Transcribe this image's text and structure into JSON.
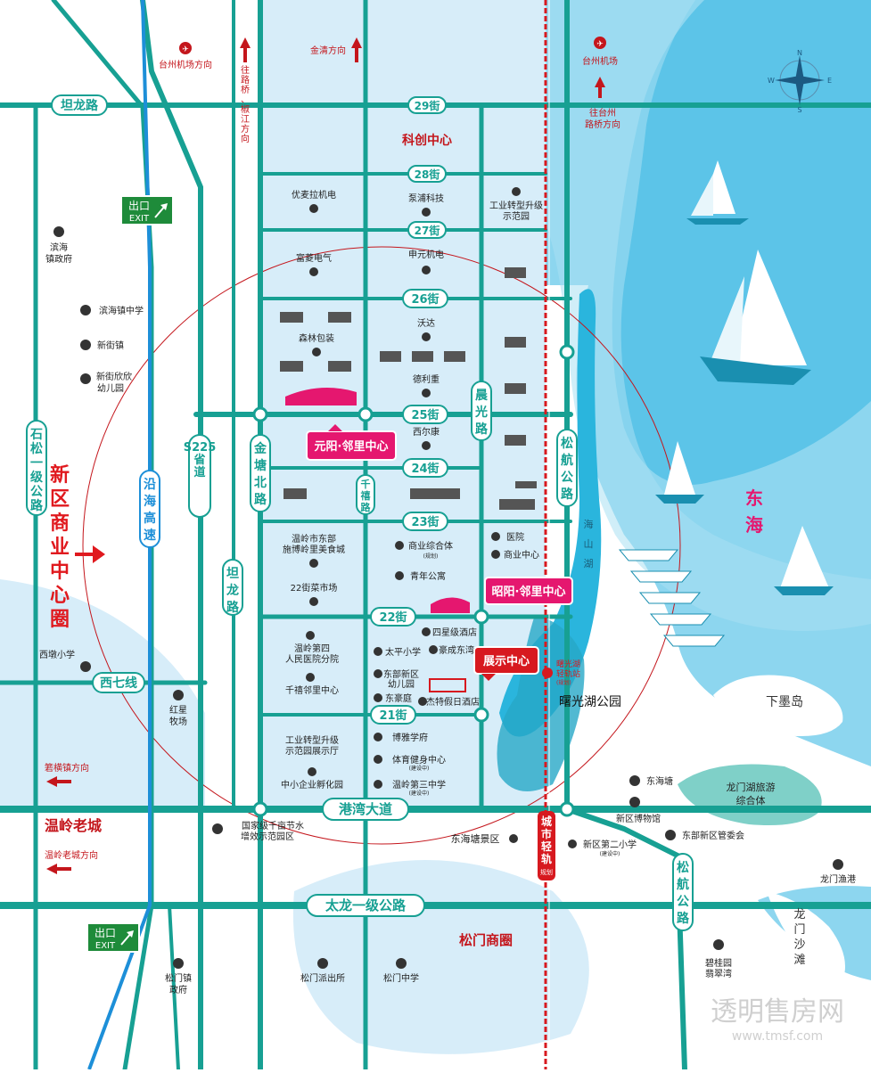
{
  "roads": {
    "tanlong_road_top": "坦龙路",
    "jie29": "29街",
    "jie28": "28街",
    "jie27": "27街",
    "jie26": "26街",
    "jie25": "25街",
    "jie24": "24街",
    "jie23": "23街",
    "jie22": "22街",
    "jie21": "21街",
    "jintang_north": "金塘北路",
    "qianxi": "千禧路",
    "chenguang": "晨光路",
    "songhang_1": "松航公路",
    "songhang_2": "松航公路",
    "yanhai_expressway": "沿海高速",
    "s225": "S225省道",
    "shisong": "石松一级公路",
    "tanlong_vertical": "坦龙路",
    "xiqi": "西七线",
    "gangwan": "港湾大道",
    "tailong": "太龙一级公路",
    "metro": "城市轻轨",
    "metro_note": "规划"
  },
  "directions": {
    "taizhou_airport_dir": "台州机场方向",
    "wanglu_bridge": "往路桥、椒江方向",
    "jinqing": "金清方向",
    "taizhou_airport": "台州机场",
    "wang_taizhou": "往台州",
    "luqiao_dir": "路桥方向",
    "xiaoheng": "箬横镇方向",
    "wenling_old_dir": "温岭老城方向"
  },
  "exits": {
    "label_cn": "出口",
    "label_en": "EXIT"
  },
  "districts": {
    "tech_center": "科创中心",
    "new_district": "新区商业中心圈",
    "wenling_old": "温岭老城",
    "songmen_business": "松门商圈"
  },
  "water": {
    "east_sea": "东海",
    "haishan_lake": "海山湖",
    "xiamo_island": "下墨岛",
    "longmen_sand": "龙门沙滩"
  },
  "neighborhood_centers": {
    "yuanyang": "元阳·邻里中心",
    "zhaoyang": "昭阳·邻里中心",
    "showroom": "展示中心"
  },
  "park": "曙光湖公园",
  "pois": {
    "youmaila": "优麦拉机电",
    "taipu": "泵浦科技",
    "gongye_top_1": "工业转型升级",
    "gongye_top_2": "示范园",
    "fuling": "富菱电气",
    "shenyuan": "申元机电",
    "senlin": "森林包装",
    "woda": "沃达",
    "delizhong": "德利重",
    "xierkang": "西尔康",
    "wenling_food_1": "温岭市东部",
    "wenling_food_2": "施博岭里美食城",
    "market_22": "22街菜市场",
    "commercial_1": "商业综合体",
    "planned": "(规划)",
    "youth_apt": "青年公寓",
    "hospital": "医院",
    "commercial_center": "商业中心",
    "hospital_4_1": "温岭第四",
    "hospital_4_2": "人民医院分院",
    "qianxi_center": "千禧邻里中心",
    "star_hotel": "四星级酒店",
    "taiping_school": "太平小学",
    "haocheng": "豪成东湾",
    "east_kinder_1": "东部新区",
    "east_kinder_2": "幼儿园",
    "donghaoting": "东豪庭",
    "jietehotel": "杰特假日酒店",
    "boya": "博雅学府",
    "gym_1": "体育健身中心",
    "gym_note": "(建设中)",
    "school3_1": "温岭第三中学",
    "school3_note": "(建设中)",
    "gongye_bottom_1": "工业转型升级",
    "gongye_bottom_2": "示范园展示厅",
    "incubator": "中小企业孵化园",
    "binhai_gov_1": "滨海",
    "binhai_gov_2": "镇政府",
    "binhai_school": "滨海镇中学",
    "xinjie": "新街镇",
    "xinjie_kinder_1": "新街欣欣",
    "xinjie_kinder_2": "幼儿园",
    "xidun_school": "西墩小学",
    "hongxing_1": "红星",
    "hongxing_2": "牧场",
    "park_1": "国家级千亩节水",
    "park_2": "增效示范园区",
    "donghaitang_scenic": "东海塘景区",
    "donghaitang": "东海塘",
    "museum": "新区博物馆",
    "admin": "东部新区管委会",
    "school2": "新区第二小学",
    "school2_note": "(建设中)",
    "longmen_resort_1": "龙门湖旅游",
    "longmen_resort_2": "综合体",
    "longmen_port": "龙门渔港",
    "biguiyuan_1": "碧桂园",
    "biguiyuan_2": "翡翠湾",
    "songmen_gov_1": "松门镇",
    "songmen_gov_2": "政府",
    "songmen_police": "松门派出所",
    "songmen_school": "松门中学",
    "metro_station_1": "曙光湖",
    "metro_station_2": "轻轨站",
    "metro_station_note": "(规划)"
  },
  "compass": {
    "n": "N",
    "s": "S",
    "e": "E",
    "w": "W"
  },
  "watermark": {
    "cn": "透明售房网",
    "url": "www.tmsf.com"
  },
  "colors": {
    "road": "#16a396",
    "road_label_bg": "#ffffff",
    "accent_pink": "#e5176f",
    "accent_red": "#d7191f",
    "water": "#7fd2ee",
    "core_bg": "#d9effb",
    "circle": "#c4161c"
  }
}
